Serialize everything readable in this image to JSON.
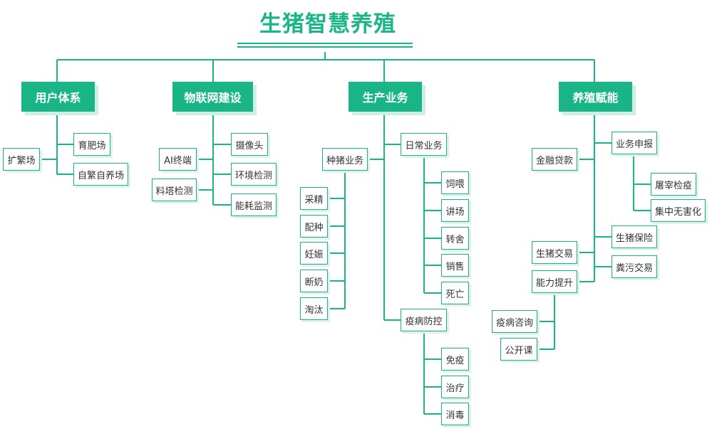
{
  "title": "生猪智慧养殖",
  "colors": {
    "accent": "#1ab587",
    "shadow": "#cfeee5"
  },
  "categories": [
    {
      "id": "c1",
      "label": "用户体系"
    },
    {
      "id": "c2",
      "label": "物联网建设"
    },
    {
      "id": "c3",
      "label": "生产业务"
    },
    {
      "id": "c4",
      "label": "养殖赋能"
    }
  ],
  "nodes": [
    {
      "id": "n1",
      "label": "扩繁场"
    },
    {
      "id": "n2",
      "label": "育肥场"
    },
    {
      "id": "n3",
      "label": "自繁自养场"
    },
    {
      "id": "n4",
      "label": "AI终端"
    },
    {
      "id": "n5",
      "label": "料塔检测"
    },
    {
      "id": "n6",
      "label": "摄像头"
    },
    {
      "id": "n7",
      "label": "环境检测"
    },
    {
      "id": "n8",
      "label": "能耗监测"
    },
    {
      "id": "n9",
      "label": "种猪业务"
    },
    {
      "id": "n10",
      "label": "采精"
    },
    {
      "id": "n11",
      "label": "配种"
    },
    {
      "id": "n12",
      "label": "妊娠"
    },
    {
      "id": "n13",
      "label": "断奶"
    },
    {
      "id": "n14",
      "label": "淘汰"
    },
    {
      "id": "n15",
      "label": "日常业务"
    },
    {
      "id": "n16",
      "label": "饲喂"
    },
    {
      "id": "n17",
      "label": "讲场"
    },
    {
      "id": "n18",
      "label": "转舍"
    },
    {
      "id": "n19",
      "label": "销售"
    },
    {
      "id": "n20",
      "label": "死亡"
    },
    {
      "id": "n21",
      "label": "疫病防控"
    },
    {
      "id": "n22",
      "label": "免疫"
    },
    {
      "id": "n23",
      "label": "治疗"
    },
    {
      "id": "n24",
      "label": "消毒"
    },
    {
      "id": "n25",
      "label": "金融贷款"
    },
    {
      "id": "n26",
      "label": "业务申报"
    },
    {
      "id": "n27",
      "label": "屠宰检疫"
    },
    {
      "id": "n28",
      "label": "集中无害化"
    },
    {
      "id": "n29",
      "label": "生猪交易"
    },
    {
      "id": "n30",
      "label": "生猪保险"
    },
    {
      "id": "n31",
      "label": "粪污交易"
    },
    {
      "id": "n32",
      "label": "能力提升"
    },
    {
      "id": "n33",
      "label": "疫病咨询"
    },
    {
      "id": "n34",
      "label": "公开课"
    }
  ]
}
